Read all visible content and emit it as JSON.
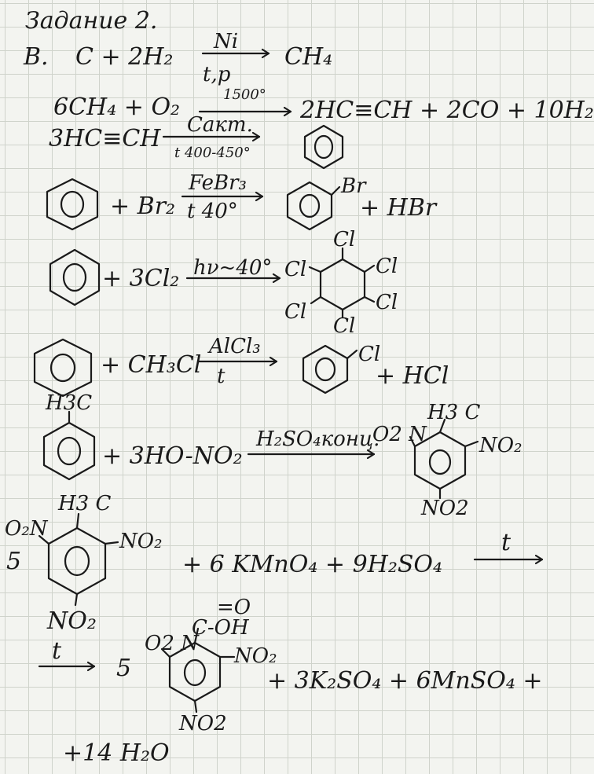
{
  "title": "Задание 2.",
  "part_label": "B.",
  "eq1": {
    "left": "C + 2H₂",
    "cond_top": "Ni",
    "cond_bottom": "t,p",
    "right": "CH₄"
  },
  "eq2": {
    "left": "6CH₄ + O₂",
    "cond_top": "1500°",
    "right": "2HC≡CH + 2CO + 10H₂"
  },
  "eq3": {
    "left": "3HC≡CH",
    "cond_top": "Cакт.",
    "cond_bottom": "t 400-450°"
  },
  "eq4": {
    "left_plus": "+ Br₂",
    "cond_top": "FeBr₃",
    "cond_bottom": "t 40°",
    "sub": "Br",
    "right_extra": "+ HBr"
  },
  "eq5": {
    "left_plus": "+ 3Cl₂",
    "cond_top": "hν~40°",
    "cl_label": "Cl"
  },
  "eq6": {
    "left_plus": "+ CH₃Cl",
    "cond_top": "AlCl₃",
    "cond_bottom": "t",
    "sub": "Cl",
    "right_extra": "+ HCl"
  },
  "eq7": {
    "sub_h3c": "H3C",
    "left_plus": "+ 3HO-NO₂",
    "cond_top": "H₂SO₄конц.",
    "p_ch3": "H3 C",
    "p_o2n": "O2 N",
    "p_no2_r": "NO₂",
    "p_no2_b": "NO2"
  },
  "eq8": {
    "coef": "5",
    "r_ch3": "H3 C",
    "r_o2n": "O₂N",
    "r_no2_r": "NO₂",
    "r_no2_b": "NO₂",
    "rest": "+ 6 KMnO₄ + 9H₂SO₄",
    "cond": "t"
  },
  "eq9": {
    "cond": "t",
    "coef": "5",
    "cooh": "C-OH",
    "cooh_o": "=O",
    "o2n": "O2 N",
    "no2_r": "NO₂",
    "no2_b": "NO2",
    "rest": "+ 3K₂SO₄ + 6MnSO₄ +",
    "last": "+14 H₂O"
  }
}
